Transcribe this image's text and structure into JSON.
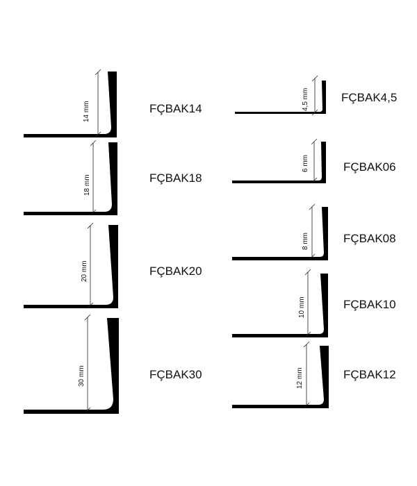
{
  "colors": {
    "profile": "#000000",
    "background": "#ffffff"
  },
  "profiles": [
    {
      "code": "FÇBAK14",
      "dimension": "14 mm"
    },
    {
      "code": "FÇBAK18",
      "dimension": "18 mm"
    },
    {
      "code": "FÇBAK20",
      "dimension": "20 mm"
    },
    {
      "code": "FÇBAK30",
      "dimension": "30 mm"
    },
    {
      "code": "FÇBAK4,5",
      "dimension": "4,5 mm"
    },
    {
      "code": "FÇBAK06",
      "dimension": "6 mm"
    },
    {
      "code": "FÇBAK08",
      "dimension": "8 mm"
    },
    {
      "code": "FÇBAK10",
      "dimension": "10 mm"
    },
    {
      "code": "FÇBAK12",
      "dimension": "12 mm"
    }
  ]
}
